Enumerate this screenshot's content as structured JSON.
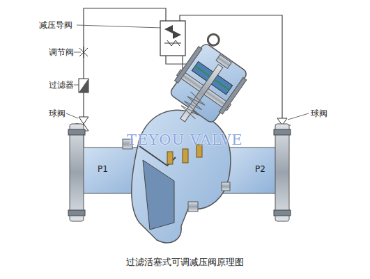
{
  "diagram": {
    "caption": "过滤活塞式可调减压阀原理图",
    "labels": [
      "减压导阀",
      "调节阀",
      "过滤器",
      "球阀",
      "球阀",
      "P1",
      "P2",
      "TEYOU VALVE"
    ]
  }
}
